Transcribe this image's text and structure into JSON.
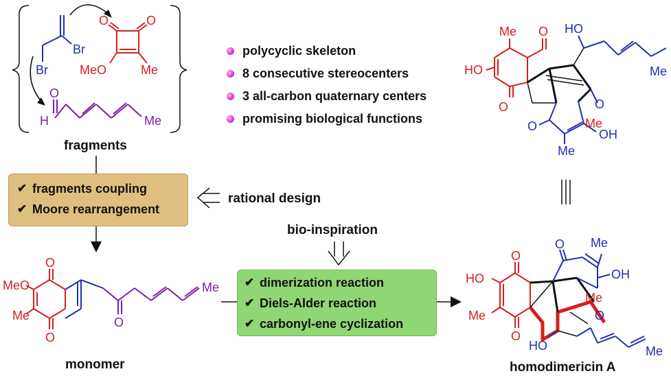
{
  "labels": {
    "fragments": "fragments",
    "monomer": "monomer",
    "product": "homodimericin A",
    "rational_design": "rational design",
    "bio_inspiration": "bio-inspiration"
  },
  "features": [
    "polycyclic skeleton",
    "8 consecutive stereocenters",
    "3 all-carbon quaternary centers",
    "promising biological functions"
  ],
  "box_design": {
    "items": [
      "fragments coupling",
      "Moore rearrangement"
    ],
    "color": "#dfbf80"
  },
  "box_bio": {
    "items": [
      "dimerization reaction",
      "Diels-Alder reaction",
      "carbonyl-ene cyclization"
    ],
    "color": "#8fd675"
  },
  "check_glyph": "✔",
  "atoms": {
    "br": "Br",
    "o": "O",
    "h": "H",
    "me": "Me",
    "meo": "MeO",
    "ho": "HO",
    "oh": "OH"
  },
  "colors": {
    "red": "#d61f1f",
    "blue": "#1f2fb0",
    "purple": "#7a1fa8",
    "bullet": "#e84fd0"
  }
}
